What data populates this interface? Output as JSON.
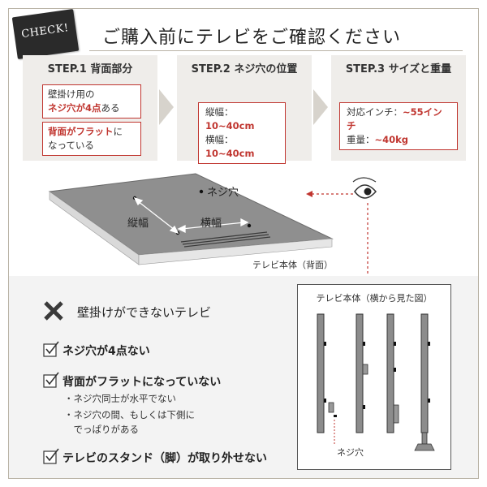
{
  "badge": "CHECK!",
  "title": "ご購入前にテレビをご確認ください",
  "steps": [
    {
      "head": "STEP.1 背面部分",
      "box1": {
        "line1": "壁掛け用の",
        "line2_red": "ネジ穴が4点",
        "line2_rest": "ある"
      },
      "box2": {
        "line1_red": "背面がフラット",
        "line1_rest": "に",
        "line2": "なっている"
      }
    },
    {
      "head": "STEP.2 ネジ穴の位置",
      "rows": [
        {
          "label": "縦幅：",
          "value": "10~40cm"
        },
        {
          "label": "横幅：",
          "value": "10~40cm"
        }
      ]
    },
    {
      "head": "STEP.3 サイズと重量",
      "rows": [
        {
          "label": "対応インチ：",
          "value": "~55インチ"
        },
        {
          "label": "重量：",
          "value": "~40kg"
        }
      ]
    }
  ],
  "tv": {
    "hole_label": "ネジ穴",
    "vertical_label": "縦幅",
    "horizontal_label": "横幅",
    "caption": "テレビ本体（背面）"
  },
  "not_ok": {
    "heading": "壁掛けができないテレビ",
    "items": [
      {
        "text": "ネジ穴が4点ない",
        "subs": []
      },
      {
        "text": "背面がフラットになっていない",
        "subs": [
          "・ネジ穴同士が水平でない",
          "・ネジ穴の間、もしくは下側に",
          "　でっぱりがある"
        ]
      },
      {
        "text": "テレビのスタンド（脚）が取り外せない",
        "subs": []
      }
    ]
  },
  "side_view": {
    "caption": "テレビ本体（横から見た図）",
    "screw_label": "ネジ穴"
  },
  "colors": {
    "accent_red": "#c0352f",
    "panel": "#efedea",
    "tv_gray": "#8c8c8c"
  }
}
